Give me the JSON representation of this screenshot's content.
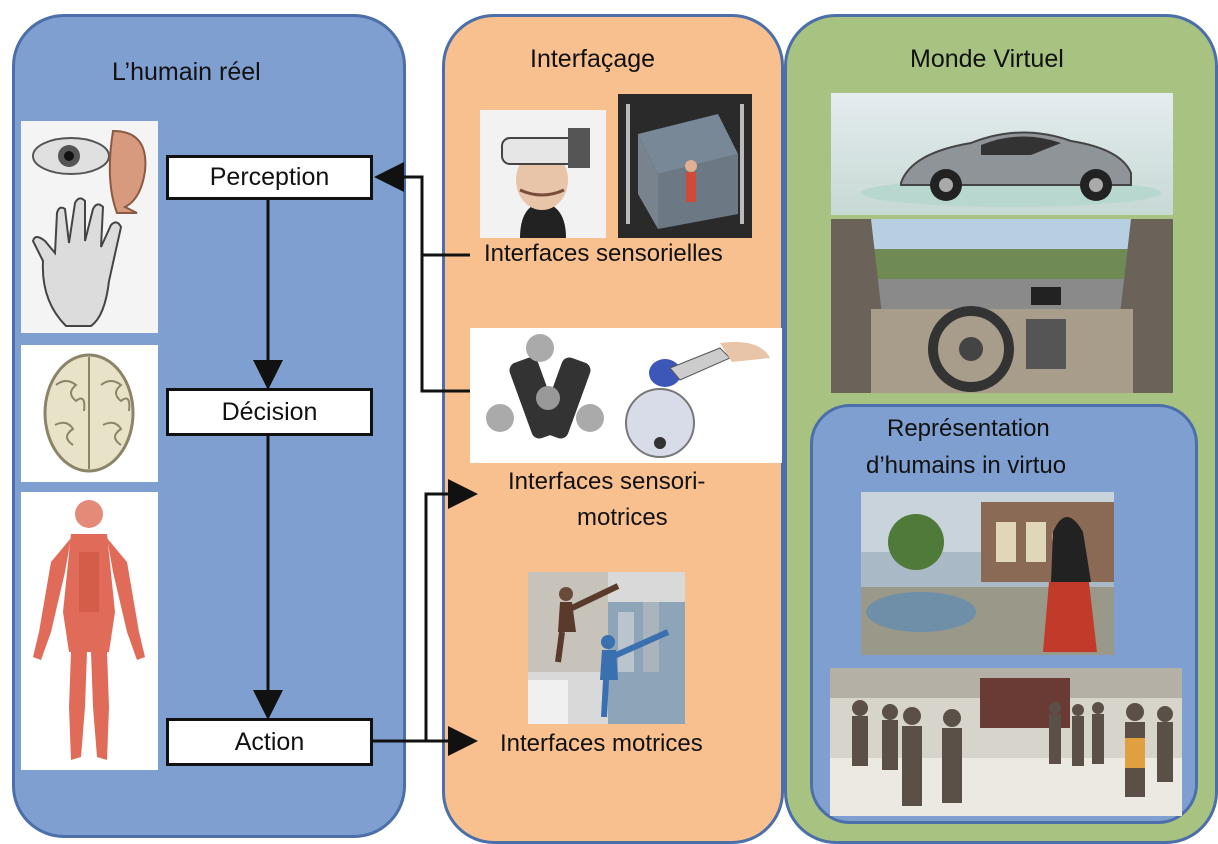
{
  "human": {
    "title": "L’humain réel",
    "perception": "Perception",
    "decision": "Décision",
    "action": "Action"
  },
  "interface": {
    "title": "Interfaçage",
    "sensory": "Interfaces sensorielles",
    "sensorimotor_line1": "Interfaces sensori-",
    "sensorimotor_line2": "motrices",
    "motor": "Interfaces motrices"
  },
  "virtual": {
    "title": "Monde Virtuel",
    "representation_line1": "Représentation",
    "representation_line2": "d’humains in virtuo"
  },
  "colors": {
    "human_panel": "#7f9fd1",
    "interface_panel": "#f8bf8f",
    "virtual_panel": "#a7c281",
    "border": "#4c6faa"
  },
  "icons": {
    "human_images": [
      "eye-icon",
      "ear-icon",
      "hand-icon",
      "brain-icon",
      "muscle-body-icon"
    ],
    "interface_images": [
      "vr-headset-icon",
      "cave-system-icon",
      "haptic-device-icon",
      "motion-capture-icon"
    ],
    "virtual_images": [
      "virtual-car-icon",
      "driving-simulator-icon",
      "virtual-plaza-icon",
      "virtual-crowd-icon"
    ]
  }
}
